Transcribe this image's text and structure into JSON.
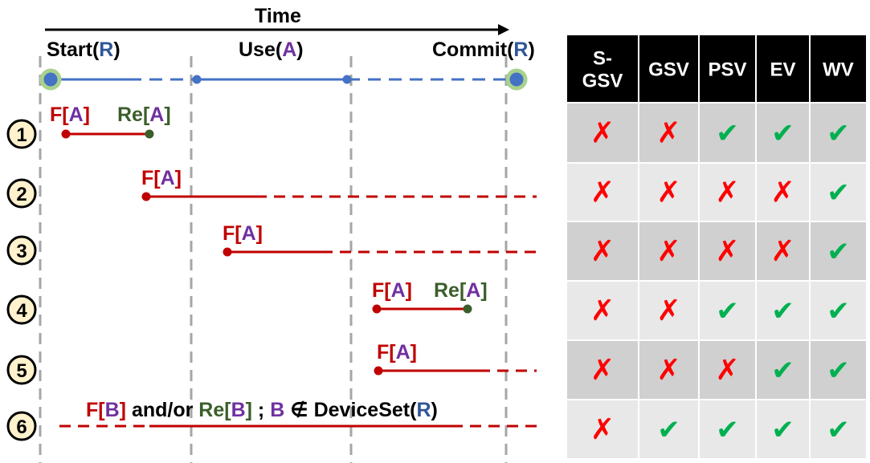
{
  "timeline": {
    "axis_label": "Time",
    "phases": {
      "start": {
        "name": "Start",
        "open": "(",
        "arg": "R",
        "close": ")"
      },
      "use": {
        "name": "Use",
        "open": "(",
        "arg": "A",
        "close": ")"
      },
      "commit": {
        "name": "Commit",
        "open": "(",
        "arg": "R",
        "close": ")"
      }
    }
  },
  "scenarios": [
    {
      "num": "1",
      "failure": {
        "prefix": "F",
        "open": "[",
        "dev": "A",
        "close": "]"
      },
      "recovery": {
        "prefix": "Re",
        "open": "[",
        "dev": "A",
        "close": "]"
      }
    },
    {
      "num": "2",
      "failure": {
        "prefix": "F",
        "open": "[",
        "dev": "A",
        "close": "]"
      }
    },
    {
      "num": "3",
      "failure": {
        "prefix": "F",
        "open": "[",
        "dev": "A",
        "close": "]"
      }
    },
    {
      "num": "4",
      "failure": {
        "prefix": "F",
        "open": "[",
        "dev": "A",
        "close": "]"
      },
      "recovery": {
        "prefix": "Re",
        "open": "[",
        "dev": "A",
        "close": "]"
      }
    },
    {
      "num": "5",
      "failure": {
        "prefix": "F",
        "open": "[",
        "dev": "A",
        "close": "]"
      }
    },
    {
      "num": "6",
      "statement": {
        "f_prefix": "F",
        "f_open": "[",
        "f_dev": "B",
        "f_close": "]",
        "conj": " and/or ",
        "re_prefix": "Re",
        "re_open": "[",
        "re_dev": "B",
        "re_close": "]",
        "sep": " ; ",
        "var": "B",
        "notin": " ∉ ",
        "set_name": "DeviceSet",
        "set_open": "(",
        "set_arg": "R",
        "set_close": ")"
      }
    }
  ],
  "table": {
    "headers": [
      {
        "lines": [
          "S-",
          "GSV"
        ]
      },
      {
        "lines": [
          "GSV"
        ]
      },
      {
        "lines": [
          "PSV"
        ]
      },
      {
        "lines": [
          "EV"
        ]
      },
      {
        "lines": [
          "WV"
        ]
      }
    ],
    "rows": [
      [
        "✗",
        "✗",
        "✔",
        "✔",
        "✔"
      ],
      [
        "✗",
        "✗",
        "✗",
        "✗",
        "✔"
      ],
      [
        "✗",
        "✗",
        "✗",
        "✗",
        "✔"
      ],
      [
        "✗",
        "✗",
        "✔",
        "✔",
        "✔"
      ],
      [
        "✗",
        "✗",
        "✗",
        "✔",
        "✔"
      ],
      [
        "✗",
        "✔",
        "✔",
        "✔",
        "✔"
      ]
    ]
  },
  "colors": {
    "failure": "#c00000",
    "recovery": "#3b5e2b",
    "device": "#7030a0",
    "resource": "#2f5597",
    "timeline": "#4472c4",
    "node_ring": "#a9d18e",
    "guide": "#a6a6a6",
    "badge_fill": "#fff2cc",
    "table_header": "#000000",
    "row_dark": "#d0d0d0",
    "row_light": "#e8e8e8",
    "cross": "#ff0000",
    "check": "#00b050"
  }
}
